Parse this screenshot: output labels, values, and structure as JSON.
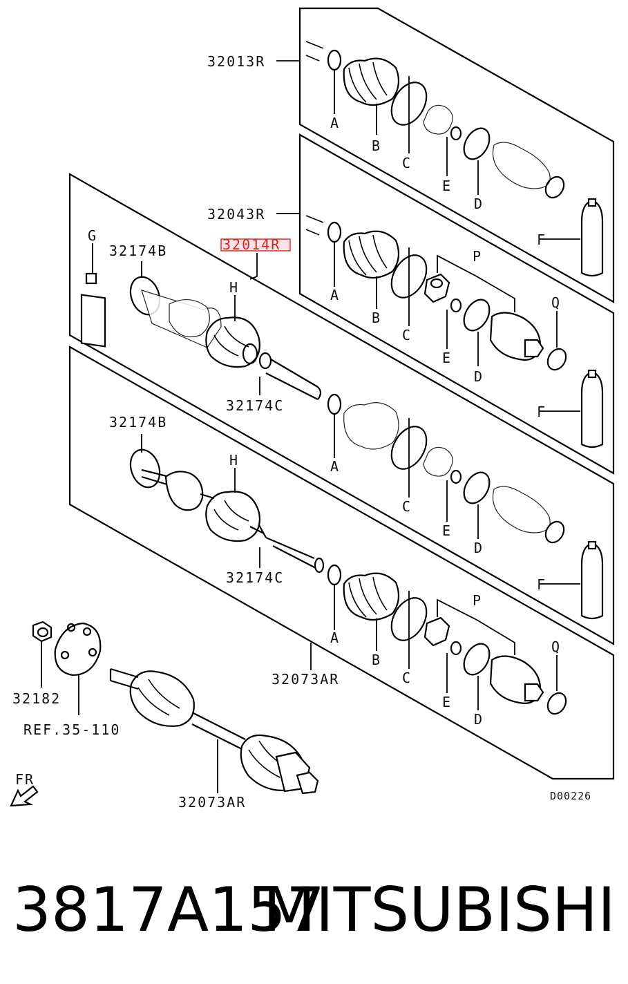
{
  "diagram": {
    "labels": {
      "kit_32013R": "32013R",
      "kit_32043R": "32043R",
      "kit_32014R": "32014R",
      "clamp_b_upper": "32174B",
      "clamp_c_upper": "32174C",
      "clamp_b_lower": "32174B",
      "clamp_c_lower": "32174C",
      "shaft_assy_panel": "32073AR",
      "shaft_assy": "32073AR",
      "nut": "32182",
      "ref": "REF.35-110",
      "fr": "FR",
      "drawing_code": "D00226",
      "g": "G",
      "h_upper": "H",
      "h_lower": "H",
      "p_upper": "P",
      "p_lower": "P",
      "q_upper": "Q",
      "q_lower": "Q",
      "f1": "F",
      "f2": "F",
      "f3": "F",
      "r1_a": "A",
      "r1_b": "B",
      "r1_c": "C",
      "r1_e": "E",
      "r1_d": "D",
      "r2_a": "A",
      "r2_b": "B",
      "r2_c": "C",
      "r2_e": "E",
      "r2_d": "D",
      "r3_a": "A",
      "r3_c": "C",
      "r3_e": "E",
      "r3_d": "D",
      "r4_a": "A",
      "r4_b": "B",
      "r4_c": "C",
      "r4_e": "E",
      "r4_d": "D"
    },
    "highlight_color": "#e03030"
  },
  "footer": {
    "part_number": "3817A157",
    "brand": "MITSUBISHI"
  }
}
